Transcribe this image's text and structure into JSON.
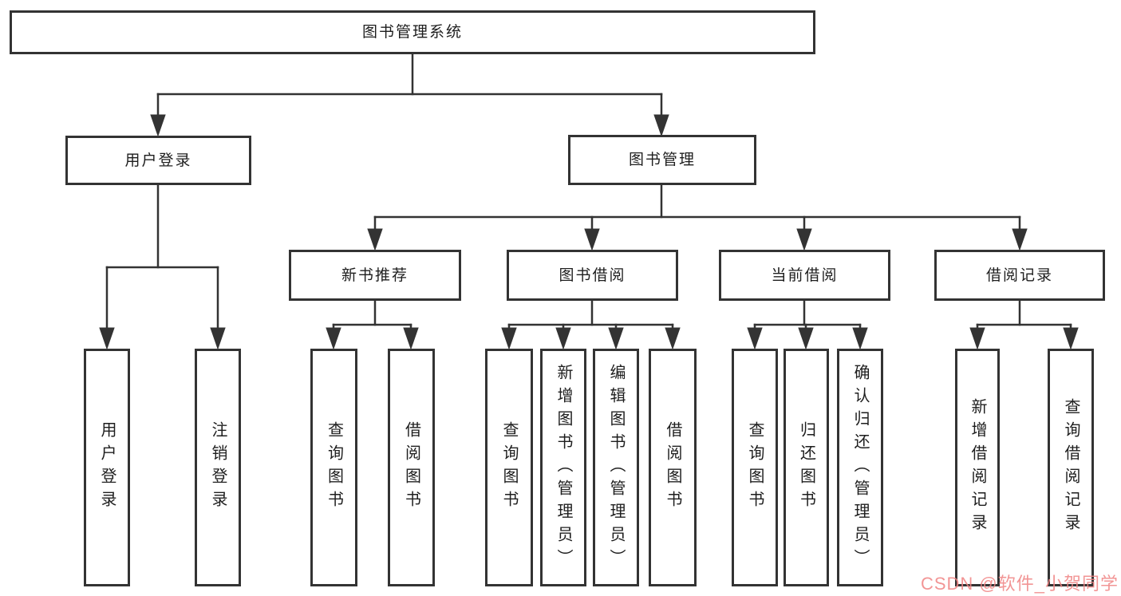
{
  "diagram": {
    "title": "图书管理系统",
    "root": {
      "label": "图书管理系统"
    },
    "level1": [
      {
        "label": "用户登录"
      },
      {
        "label": "图书管理"
      }
    ],
    "level2": [
      {
        "label": "新书推荐"
      },
      {
        "label": "图书借阅"
      },
      {
        "label": "当前借阅"
      },
      {
        "label": "借阅记录"
      }
    ],
    "leaves": {
      "user_login": [
        "用户登录",
        "注销登录"
      ],
      "new_book": [
        "查询图书",
        "借阅图书"
      ],
      "book_borrow": [
        "查询图书",
        "新增图书（管理员）",
        "编辑图书（管理员）",
        "借阅图书"
      ],
      "current_borrow": [
        "查询图书",
        "归还图书",
        "确认归还（管理员）"
      ],
      "borrow_records": [
        "新增借阅记录",
        "查询借阅记录"
      ]
    },
    "line_color": "#333333"
  },
  "watermark": {
    "text": "CSDN @软件_小贺同学",
    "color": "rgba(240,130,130,0.85)"
  }
}
